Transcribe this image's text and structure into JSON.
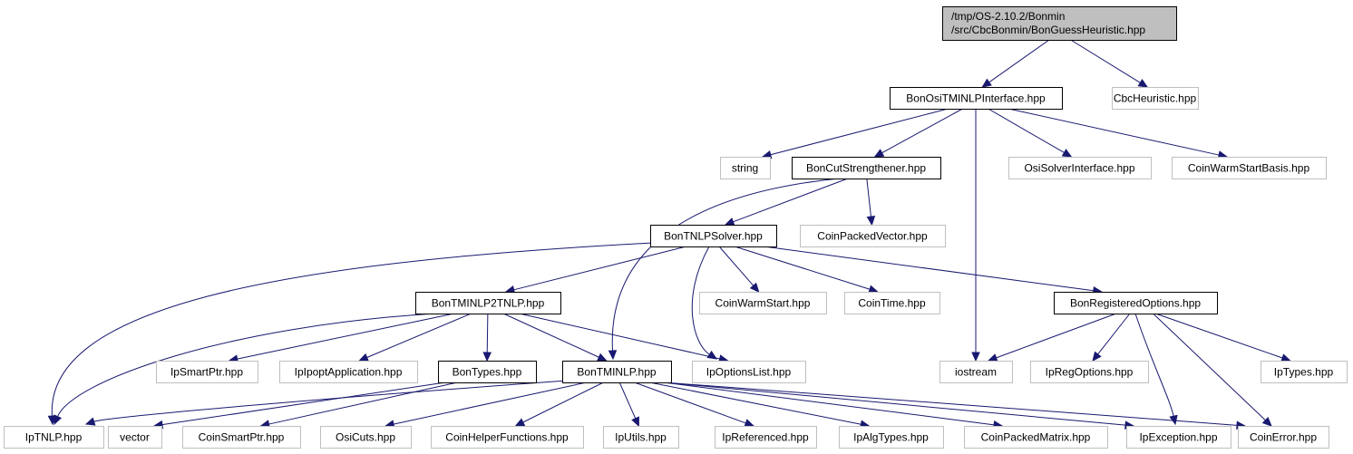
{
  "colors": {
    "edge": "#191970",
    "root_fill": "#bfbfbf",
    "root_border": "#000000",
    "documented_border": "#000000",
    "undocumented_border": "#bfbfbf",
    "text": "#000000",
    "undocumented_text": "#000000"
  },
  "nodes": [
    {
      "id": "root",
      "lines": [
        "/tmp/OS-2.10.2/Bonmin",
        "/src/CbcBonmin/BonGuessHeuristic.hpp"
      ],
      "kind": "root"
    },
    {
      "id": "osi_tminlp",
      "lines": [
        "BonOsiTMINLPInterface.hpp"
      ],
      "kind": "documented"
    },
    {
      "id": "cbcheuristic",
      "lines": [
        "CbcHeuristic.hpp"
      ],
      "kind": "external"
    },
    {
      "id": "string",
      "lines": [
        "string"
      ],
      "kind": "external"
    },
    {
      "id": "cutstrength",
      "lines": [
        "BonCutStrengthener.hpp"
      ],
      "kind": "documented"
    },
    {
      "id": "osisolver",
      "lines": [
        "OsiSolverInterface.hpp"
      ],
      "kind": "external"
    },
    {
      "id": "coinwsbasis",
      "lines": [
        "CoinWarmStartBasis.hpp"
      ],
      "kind": "external"
    },
    {
      "id": "tnlpsolver",
      "lines": [
        "BonTNLPSolver.hpp"
      ],
      "kind": "documented"
    },
    {
      "id": "coinpackedvector",
      "lines": [
        "CoinPackedVector.hpp"
      ],
      "kind": "external"
    },
    {
      "id": "tminlp2tnlp",
      "lines": [
        "BonTMINLP2TNLP.hpp"
      ],
      "kind": "documented"
    },
    {
      "id": "coinwarmstart",
      "lines": [
        "CoinWarmStart.hpp"
      ],
      "kind": "external"
    },
    {
      "id": "cointime",
      "lines": [
        "CoinTime.hpp"
      ],
      "kind": "external"
    },
    {
      "id": "regoptions",
      "lines": [
        "BonRegisteredOptions.hpp"
      ],
      "kind": "documented"
    },
    {
      "id": "ipsmartptr",
      "lines": [
        "IpSmartPtr.hpp"
      ],
      "kind": "external"
    },
    {
      "id": "ipipoptapp",
      "lines": [
        "IpIpoptApplication.hpp"
      ],
      "kind": "external"
    },
    {
      "id": "bontypes",
      "lines": [
        "BonTypes.hpp"
      ],
      "kind": "documented"
    },
    {
      "id": "bontminlp",
      "lines": [
        "BonTMINLP.hpp"
      ],
      "kind": "documented"
    },
    {
      "id": "ipoptionslist",
      "lines": [
        "IpOptionsList.hpp"
      ],
      "kind": "external"
    },
    {
      "id": "iostream",
      "lines": [
        "iostream"
      ],
      "kind": "external"
    },
    {
      "id": "ipregoptions",
      "lines": [
        "IpRegOptions.hpp"
      ],
      "kind": "external"
    },
    {
      "id": "iptypes",
      "lines": [
        "IpTypes.hpp"
      ],
      "kind": "external"
    },
    {
      "id": "iptnlp",
      "lines": [
        "IpTNLP.hpp"
      ],
      "kind": "external"
    },
    {
      "id": "vector",
      "lines": [
        "vector"
      ],
      "kind": "external"
    },
    {
      "id": "coinsmartptr",
      "lines": [
        "CoinSmartPtr.hpp"
      ],
      "kind": "external"
    },
    {
      "id": "osicuts",
      "lines": [
        "OsiCuts.hpp"
      ],
      "kind": "external"
    },
    {
      "id": "coinhelper",
      "lines": [
        "CoinHelperFunctions.hpp"
      ],
      "kind": "external"
    },
    {
      "id": "iputils",
      "lines": [
        "IpUtils.hpp"
      ],
      "kind": "external"
    },
    {
      "id": "ipreferenced",
      "lines": [
        "IpReferenced.hpp"
      ],
      "kind": "external"
    },
    {
      "id": "ipalgtypes",
      "lines": [
        "IpAlgTypes.hpp"
      ],
      "kind": "external"
    },
    {
      "id": "coinpackedmatrix",
      "lines": [
        "CoinPackedMatrix.hpp"
      ],
      "kind": "external"
    },
    {
      "id": "ipexception",
      "lines": [
        "IpException.hpp"
      ],
      "kind": "external"
    },
    {
      "id": "coinerror",
      "lines": [
        "CoinError.hpp"
      ],
      "kind": "external"
    }
  ],
  "edges": [
    {
      "from": "root",
      "to": "osi_tminlp"
    },
    {
      "from": "root",
      "to": "cbcheuristic"
    },
    {
      "from": "osi_tminlp",
      "to": "string"
    },
    {
      "from": "osi_tminlp",
      "to": "cutstrength"
    },
    {
      "from": "osi_tminlp",
      "to": "osisolver"
    },
    {
      "from": "osi_tminlp",
      "to": "coinwsbasis"
    },
    {
      "from": "osi_tminlp",
      "to": "iostream"
    },
    {
      "from": "cutstrength",
      "to": "tnlpsolver"
    },
    {
      "from": "cutstrength",
      "to": "coinpackedvector"
    },
    {
      "from": "cutstrength",
      "to": "bontminlp"
    },
    {
      "from": "tnlpsolver",
      "to": "tminlp2tnlp"
    },
    {
      "from": "tnlpsolver",
      "to": "iptnlp"
    },
    {
      "from": "tnlpsolver",
      "to": "coinwarmstart"
    },
    {
      "from": "tnlpsolver",
      "to": "cointime"
    },
    {
      "from": "tnlpsolver",
      "to": "regoptions"
    },
    {
      "from": "tnlpsolver",
      "to": "ipoptionslist"
    },
    {
      "from": "tminlp2tnlp",
      "to": "iptnlp"
    },
    {
      "from": "tminlp2tnlp",
      "to": "ipsmartptr"
    },
    {
      "from": "tminlp2tnlp",
      "to": "ipipoptapp"
    },
    {
      "from": "tminlp2tnlp",
      "to": "bontypes"
    },
    {
      "from": "tminlp2tnlp",
      "to": "bontminlp"
    },
    {
      "from": "tminlp2tnlp",
      "to": "ipoptionslist"
    },
    {
      "from": "bontypes",
      "to": "vector"
    },
    {
      "from": "bontypes",
      "to": "coinsmartptr"
    },
    {
      "from": "bontminlp",
      "to": "iptnlp"
    },
    {
      "from": "bontminlp",
      "to": "osicuts"
    },
    {
      "from": "bontminlp",
      "to": "coinhelper"
    },
    {
      "from": "bontminlp",
      "to": "iputils"
    },
    {
      "from": "bontminlp",
      "to": "ipreferenced"
    },
    {
      "from": "bontminlp",
      "to": "ipalgtypes"
    },
    {
      "from": "bontminlp",
      "to": "coinpackedmatrix"
    },
    {
      "from": "bontminlp",
      "to": "ipexception"
    },
    {
      "from": "bontminlp",
      "to": "coinerror"
    },
    {
      "from": "regoptions",
      "to": "iostream"
    },
    {
      "from": "regoptions",
      "to": "ipregoptions"
    },
    {
      "from": "regoptions",
      "to": "iptypes"
    },
    {
      "from": "regoptions",
      "to": "ipexception"
    },
    {
      "from": "regoptions",
      "to": "coinerror"
    }
  ]
}
